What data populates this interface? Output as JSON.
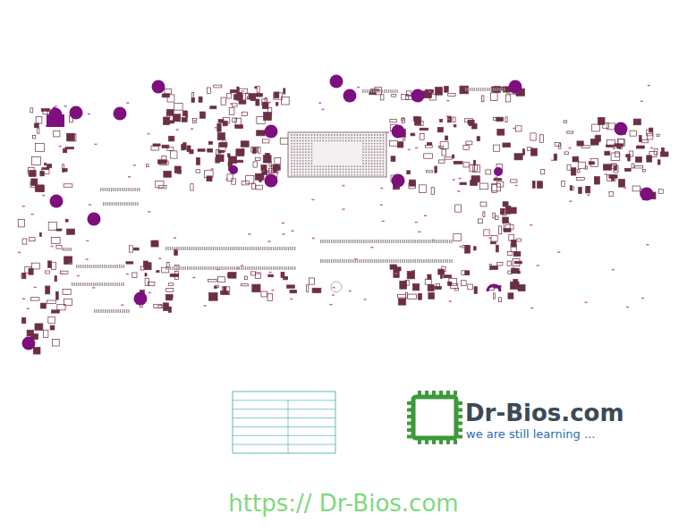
{
  "diagram": {
    "labels": [
      "Dr-Bios.com",
      "we are still learning ...",
      "https:// Dr-Bios.com"
    ]
  }
}
